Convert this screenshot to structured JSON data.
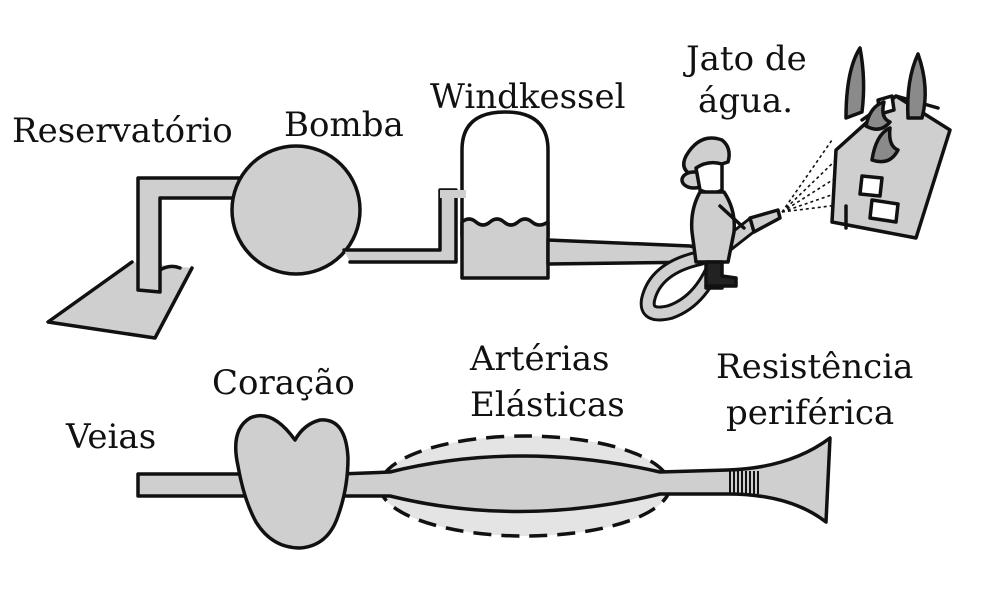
{
  "top": {
    "reservoir_label": "Reservatório",
    "pump_label": "Bomba",
    "windkessel_label": "Windkessel",
    "water_jet_line1": "Jato de",
    "water_jet_line2": "água."
  },
  "bottom": {
    "veins_label": "Veias",
    "heart_label": "Coração",
    "arteries_line1": "Artérias",
    "arteries_line2": "Elásticas",
    "resistance_line1": "Resistência",
    "resistance_line2": "periférica"
  },
  "colors": {
    "fill": "#cfcfcf",
    "stroke": "#111111",
    "light_fill": "#e4e4e4",
    "fire": "#8a8a8a"
  }
}
